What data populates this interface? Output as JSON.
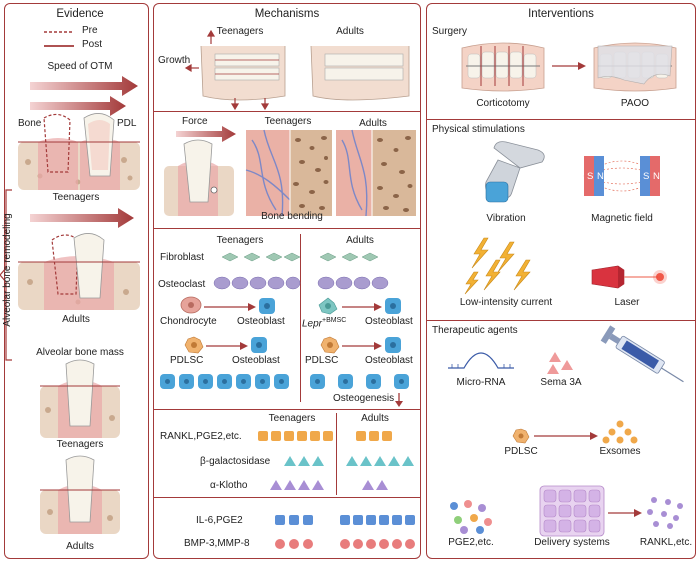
{
  "evidence": {
    "title": "Evidence",
    "legend_pre": "Pre",
    "legend_post": "Post",
    "speed_title": "Speed of OTM",
    "bone_label": "Bone",
    "pdl_label": "PDL",
    "teenagers_label": "Teenagers",
    "adults_label": "Adults",
    "bone_mass_title": "Alveolar bone mass",
    "teenagers_label_2": "Teenagers",
    "adults_label_2": "Adults",
    "side_label": "Alveolar bone remodeling"
  },
  "mechanisms": {
    "title": "Mechanisms",
    "growth": {
      "teenagers": "Teenagers",
      "adults": "Adults",
      "growth_label": "Growth"
    },
    "bending": {
      "force_label": "Force",
      "teenagers": "Teenagers",
      "adults": "Adults",
      "caption": "Bone bending"
    },
    "cells": {
      "teenagers": "Teenagers",
      "adults": "Adults",
      "fibroblast": "Fibroblast",
      "osteoclast": "Osteoclast",
      "chondrocyte": "Chondrocyte",
      "osteoblast_1": "Osteoblast",
      "lepr_italic": "Lepr",
      "lepr_rest": "+BMSC",
      "osteoblast_2": "Osteoblast",
      "pdlsc_1": "PDLSC",
      "osteoblast_3": "Osteoblast",
      "pdlsc_2": "PDLSC",
      "osteoblast_4": "Osteoblast",
      "osteogenesis": "Osteogenesis"
    },
    "factors": {
      "teenagers": "Teenagers",
      "adults": "Adults",
      "rankl": "RANKL,PGE2,etc.",
      "beta_gal": "β-galactosidase",
      "klotho": "α-Klotho",
      "il6": "IL-6,PGE2",
      "bmp": "BMP-3,MMP-8"
    }
  },
  "interventions": {
    "title": "Interventions",
    "surgery": {
      "title": "Surgery",
      "corticotomy": "Corticotomy",
      "paoo": "PAOO"
    },
    "physical": {
      "title": "Physical stimulations",
      "vibration": "Vibration",
      "magnetic": "Magnetic field",
      "current": "Low-intensity current",
      "laser": "Laser",
      "magnet_s1": "S",
      "magnet_n1": "N",
      "magnet_s2": "S",
      "magnet_n2": "N"
    },
    "therapeutic": {
      "title": "Therapeutic agents",
      "microrna": "Micro-RNA",
      "sema": "Sema 3A",
      "pdlsc": "PDLSC",
      "exosomes": "Exsomes",
      "pge2": "PGE2,etc.",
      "delivery": "Delivery systems",
      "rankl": "RANKL,etc."
    }
  },
  "colors": {
    "border": "#a33a3a",
    "arrow": "#a33a3a",
    "bone": "#ead7c5",
    "gum": "#e9a8a8",
    "tooth": "#f7f3ea",
    "cell_green": "#9fc8b3",
    "cell_purple": "#a99ccf",
    "cell_blue": "#4aa3d8",
    "square_orange": "#f0a84a",
    "triangle_teal": "#6ac3c9",
    "triangle_purple": "#a88ed4",
    "square_blue": "#5b8fd6",
    "circle_red": "#e87c7c"
  }
}
